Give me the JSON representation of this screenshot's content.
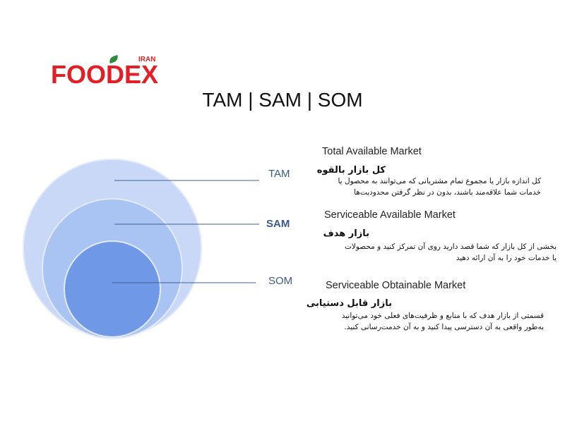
{
  "logo": {
    "main": "FOODEX",
    "sub": "IRAN"
  },
  "title": "TAM | SAM | SOM",
  "segments": [
    {
      "label": "TAM",
      "en": "Total Available Market",
      "fa_title": "کل بازار بالقوه",
      "fa_desc": [
        "کل اندازه بازار یا مجموع تمام مشتریانی که می‌توانند به محصول یا",
        "خدمات شما علاقه‌مند باشند، بدون در نظر گرفتن محدودیت‌ها"
      ]
    },
    {
      "label": "SAM",
      "en": "Serviceable Available Market",
      "fa_title": "بازار هدف",
      "fa_desc": [
        "بخشی از کل بازار که شما قصد دارید روی آن تمرکز کنید و محصولات",
        "یا خدمات خود را به آن ارائه دهید"
      ]
    },
    {
      "label": "SOM",
      "en": "Serviceable Obtainable Market",
      "fa_title": "بازار قابل دستیابی",
      "fa_desc": [
        "قسمتی از بازار هدف که با منابع و ظرفیت‌های فعلی خود می‌توانید",
        "به‌طور واقعی به آن دسترسی پیدا کنید و به آن خدمت‌رسانی کنید."
      ]
    }
  ],
  "colors": {
    "tam_fill": "#c9d8f7",
    "sam_fill": "#a9c3f2",
    "som_fill": "#6f98e6",
    "circle_stroke": "#e3ebfb",
    "line": "#3f5f9a",
    "label": "#3b5a8a",
    "logo": "#e31e24"
  }
}
